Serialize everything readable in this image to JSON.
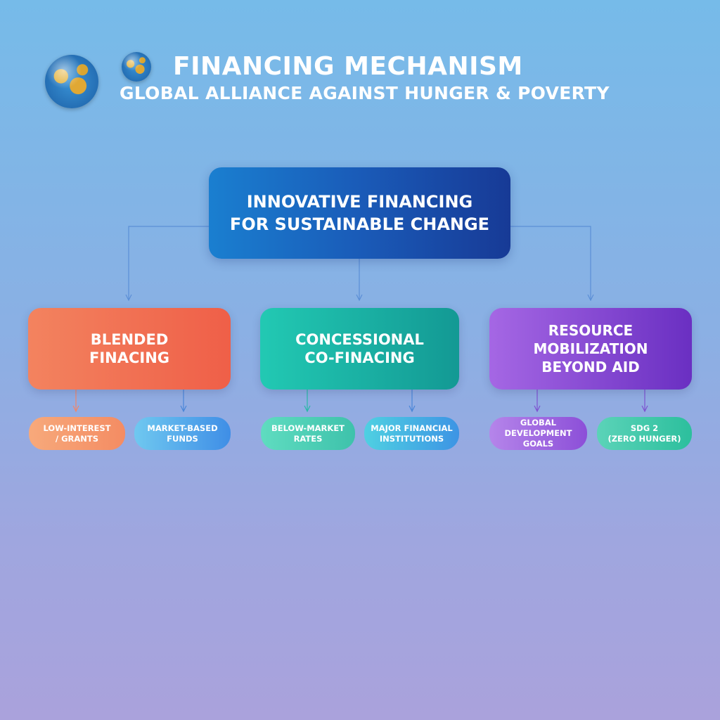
{
  "header": {
    "title": "FINANCING MECHANISM",
    "subtitle": "GLOBAL ALLIANCE AGAINST HUNGER & POVERTY",
    "icons": [
      "globe-icon",
      "globe-small-icon"
    ]
  },
  "root": {
    "line1": "INNOVATIVE FINANCING",
    "line2": "FOR SUSTAINABLE CHANGE"
  },
  "branches": [
    {
      "line1": "BLENDED",
      "line2": "FINACING",
      "leaves": [
        {
          "line1": "LOW-INTEREST",
          "line2": "/ GRANTS"
        },
        {
          "line1": "MARKET-BASED",
          "line2": "FUNDS"
        }
      ]
    },
    {
      "line1": "CONCESSIONAL",
      "line2": "CO-FINACING",
      "leaves": [
        {
          "line1": "BELOW-MARKET",
          "line2": "RATES"
        },
        {
          "line1": "MAJOR FINANCIAL",
          "line2": "INSTITUTIONS"
        }
      ]
    },
    {
      "line1": "RESOURCE MOBILIZATION",
      "line2": "BEYOND AID",
      "leaves": [
        {
          "line1": "GLOBAL DEVELOPMENT",
          "line2": "GOALS"
        },
        {
          "line1": "SDG 2",
          "line2": "(ZERO HUNGER)"
        }
      ]
    }
  ],
  "colors": {
    "connector_root": "#5b8fd6",
    "connector_orange": "#f0866a",
    "connector_blue": "#4a86d8",
    "connector_teal": "#27b8a6",
    "connector_purple": "#7d52d0"
  }
}
